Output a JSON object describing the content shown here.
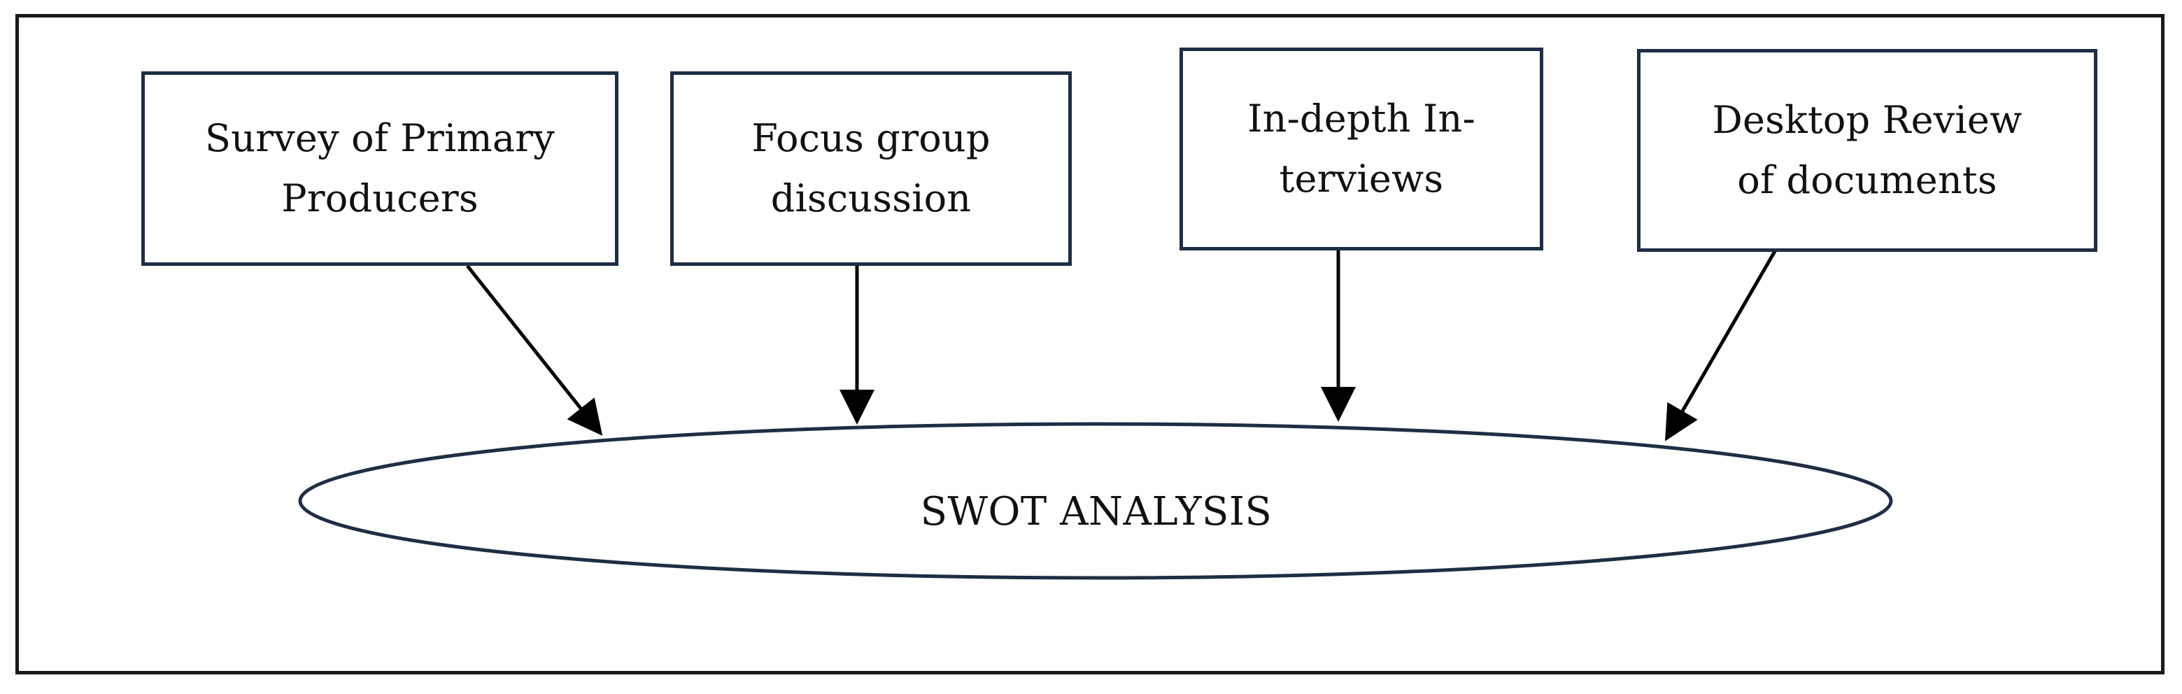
{
  "diagram": {
    "sources": [
      {
        "label": "Survey of Primary\nProducers"
      },
      {
        "label": "Focus group\ndiscussion"
      },
      {
        "label": "In-depth In-\nterviews"
      },
      {
        "label": "Desktop Review\nof documents"
      }
    ],
    "target": {
      "label": "SWOT ANALYSIS"
    }
  },
  "colors": {
    "box_border": "#1f2e44",
    "ellipse_border": "#1f2e44",
    "arrow": "#000000",
    "frame": "#1a1a1a"
  }
}
